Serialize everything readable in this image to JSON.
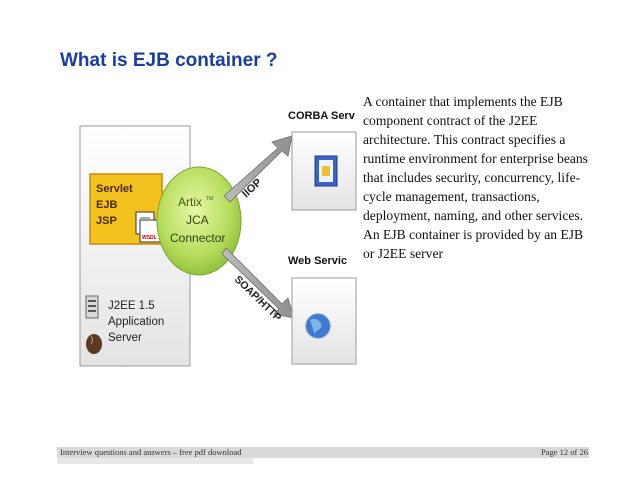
{
  "slide": {
    "title": "What is EJB container ?",
    "body": "A container that implements the EJB component contract of the J2EE architecture. This contract specifies a runtime environment for enterprise beans that includes security, concurrency, life-cycle management, transactions, deployment, naming, and other services. An EJB container is provided by an EJB or J2EE server"
  },
  "diagram": {
    "servlet_lines": [
      "Servlet",
      "EJB",
      "JSP"
    ],
    "wsdl_label": "WSDL",
    "connector_lines": [
      "Artix",
      "JCA",
      "Connector"
    ],
    "connector_tm": "TM",
    "server_lines": [
      "J2EE 1.5",
      "Application",
      "Server"
    ],
    "corba_label": "CORBA Serv",
    "web_label": "Web Servic",
    "iiop_label": "IIOP",
    "soap_label": "SOAP/HTTP"
  },
  "footer": {
    "left": "Interview questions and answers – free pdf download",
    "right": "Page 12 of 26"
  }
}
